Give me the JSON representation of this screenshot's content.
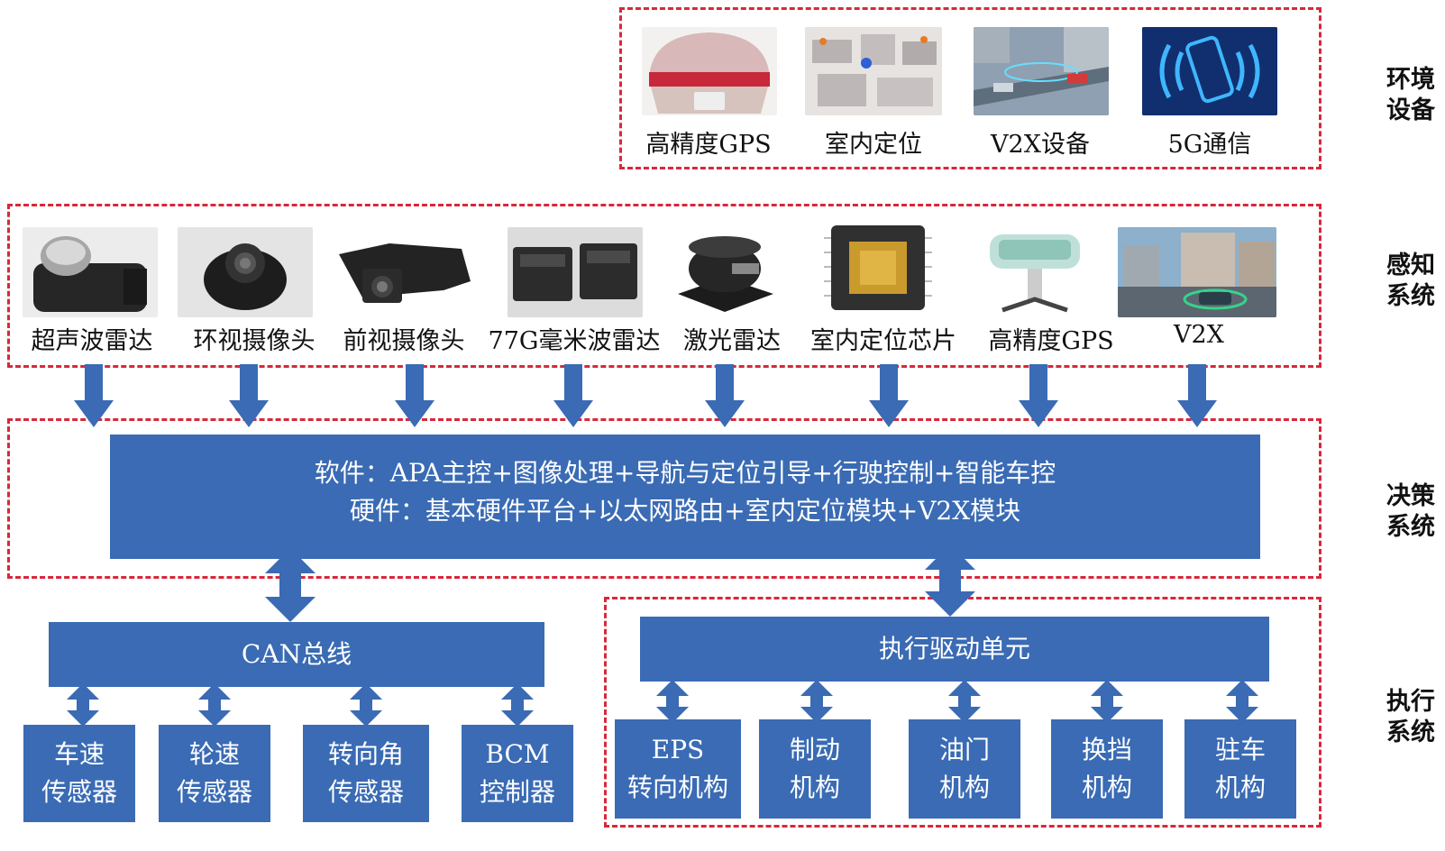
{
  "side_labels": {
    "env": [
      "环境",
      "设备"
    ],
    "perception": [
      "感知",
      "系统"
    ],
    "decision": [
      "决策",
      "系统"
    ],
    "execution": [
      "执行",
      "系统"
    ]
  },
  "env_devices": [
    "高精度GPS",
    "室内定位",
    "V2X设备",
    "5G通信"
  ],
  "sensors": [
    "超声波雷达",
    "环视摄像头",
    "前视摄像头",
    "77G毫米波雷达",
    "激光雷达",
    "室内定位芯片",
    "高精度GPS",
    "V2X"
  ],
  "decision_box": {
    "software": "软件：APA主控+图像处理+导航与定位引导+行驶控制+智能车控",
    "hardware": "硬件：基本硬件平台+以太网路由+室内定位模块+V2X模块"
  },
  "can_bus": "CAN总线",
  "can_items": [
    [
      "车速",
      "传感器"
    ],
    [
      "轮速",
      "传感器"
    ],
    [
      "转向角",
      "传感器"
    ],
    [
      "BCM",
      "控制器"
    ]
  ],
  "drive_unit": "执行驱动单元",
  "actuators": [
    [
      "EPS",
      "转向机构"
    ],
    [
      "制动",
      "机构"
    ],
    [
      "油门",
      "机构"
    ],
    [
      "换挡",
      "机构"
    ],
    [
      "驻车",
      "机构"
    ]
  ],
  "colors": {
    "blue": "#3a6bb4",
    "dash_red": "#d8283b",
    "arrow": "#3a6bb4"
  },
  "images": {
    "env": [
      "gps-receiver-image",
      "indoor-map-image",
      "v2x-street-image",
      "5g-phone-image"
    ],
    "sensors": [
      "ultrasonic-sensor-image",
      "surround-camera-image",
      "front-camera-image",
      "mmwave-radar-image",
      "lidar-image",
      "positioning-chip-image",
      "gps-module-image",
      "v2x-city-image"
    ]
  }
}
